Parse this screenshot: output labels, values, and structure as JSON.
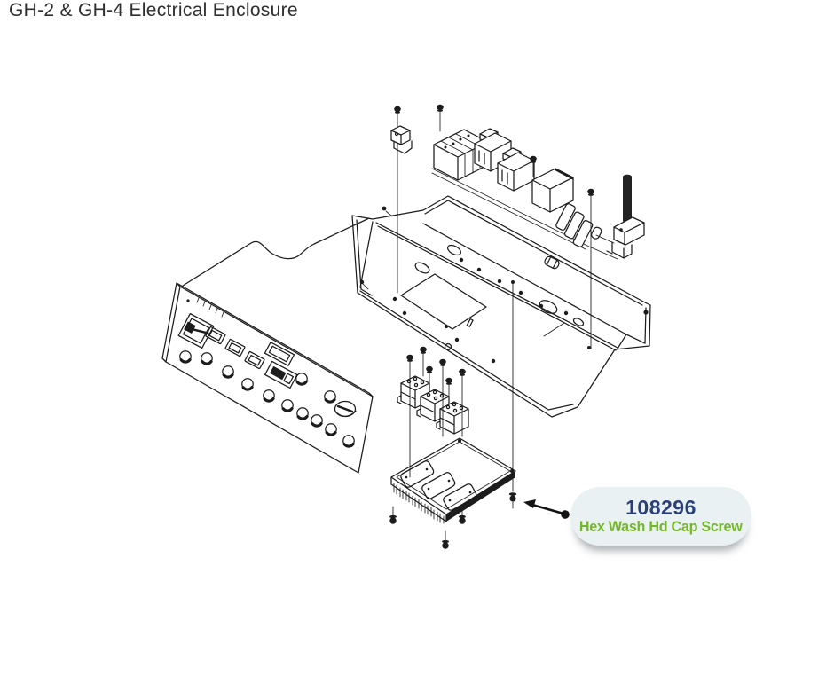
{
  "page": {
    "title": "GH-2 & GH-4 Electrical Enclosure"
  },
  "callout": {
    "part_number": "108296",
    "part_name": "Hex Wash Hd Cap Screw",
    "colors": {
      "bubble_bg": "#e9f1f2",
      "part_number": "#2b3e7c",
      "part_name": "#74b72a",
      "arrow": "#141414"
    }
  },
  "diagram": {
    "line_color": "#1c1c1c",
    "components": [
      "control-panel",
      "enclosure-box",
      "breaker-rail-assembly",
      "mounting-bracket",
      "antenna-module",
      "terminal-blocks",
      "heatsink-board",
      "hex-wash-hd-cap-screws"
    ]
  }
}
